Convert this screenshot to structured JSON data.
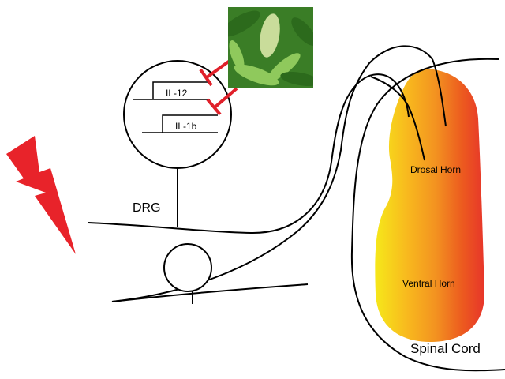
{
  "labels": {
    "il12": "IL-12",
    "il1b": "IL-1b",
    "drg": "DRG",
    "dorsal_horn": "Drosal Horn",
    "ventral_horn": "Ventral Horn",
    "spinal_cord": "Spinal Cord"
  },
  "colors": {
    "lightning": "#e8232a",
    "inhibition": "#e0202a",
    "gradient_stops": [
      "#f6e81a",
      "#f8b81e",
      "#f39320",
      "#ec5a1f",
      "#e7352a"
    ],
    "leaf_dark": "#3a7d26",
    "leaf_light": "#8fc95c",
    "fruit": "#c9dc9a"
  }
}
